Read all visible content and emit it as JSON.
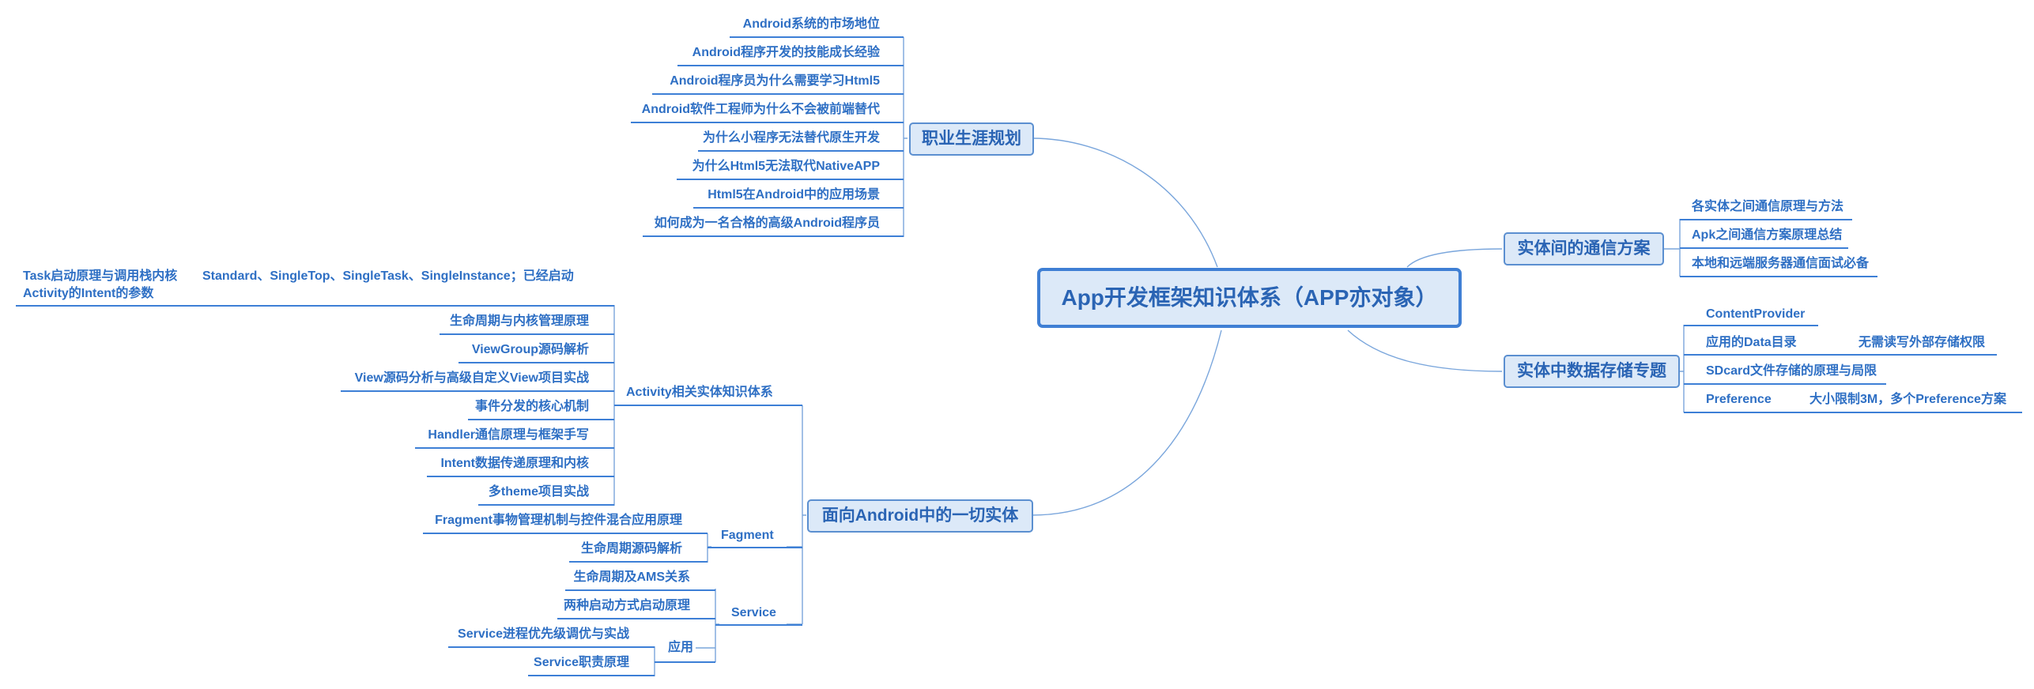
{
  "central": "App开发框架知识体系（APP亦对象）",
  "career": {
    "title": "职业生涯规划",
    "items": [
      "Android系统的市场地位",
      "Android程序开发的技能成长经验",
      "Android程序员为什么需要学习Html5",
      "Android软件工程师为什么不会被前端替代",
      "为什么小程序无法替代原生开发",
      "为什么Html5无法取代NativeAPP",
      "Html5在Android中的应用场景",
      "如何成为一名合格的高级Android程序员"
    ]
  },
  "entities": {
    "title": "面向Android中的一切实体",
    "activity": {
      "label": "Activity相关实体知识体系",
      "task_line1": "Task启动原理与调用栈内核",
      "task_line2": "Activity的Intent的参数",
      "task_note": "Standard、SingleTop、SingleTask、SingleInstance；已经启动",
      "items": [
        "生命周期与内核管理原理",
        "ViewGroup源码解析",
        "View源码分析与高级自定义View项目实战",
        "事件分发的核心机制",
        "Handler通信原理与框架手写",
        "Intent数据传递原理和内核",
        "多theme项目实战"
      ]
    },
    "fragment": {
      "label": "Fagment",
      "items": [
        "Fragment事物管理机制与控件混合应用原理",
        "生命周期源码解析"
      ]
    },
    "service": {
      "label": "Service",
      "items": [
        "生命周期及AMS关系",
        "两种启动方式启动原理"
      ],
      "apply": {
        "label": "应用",
        "items": [
          "Service进程优先级调优与实战",
          "Service职责原理"
        ]
      }
    }
  },
  "comm": {
    "title": "实体间的通信方案",
    "items": [
      "各实体之间通信原理与方法",
      "Apk之间通信方案原理总结",
      "本地和远端服务器通信面试必备"
    ]
  },
  "storage": {
    "title": "实体中数据存储专题",
    "items": [
      "ContentProvider",
      "应用的Data目录",
      "SDcard文件存储的原理与局限",
      "Preference"
    ],
    "notes": {
      "data_dir": "无需读写外部存储权限",
      "preference": "大小限制3M，多个Preference方案"
    }
  },
  "colors": {
    "line": "#3d7fd6",
    "thin_line": "#7aa6dc",
    "text": "#2e6fc4",
    "topic_fill": "#dce9f8",
    "topic_border": "#5b8fd0"
  }
}
